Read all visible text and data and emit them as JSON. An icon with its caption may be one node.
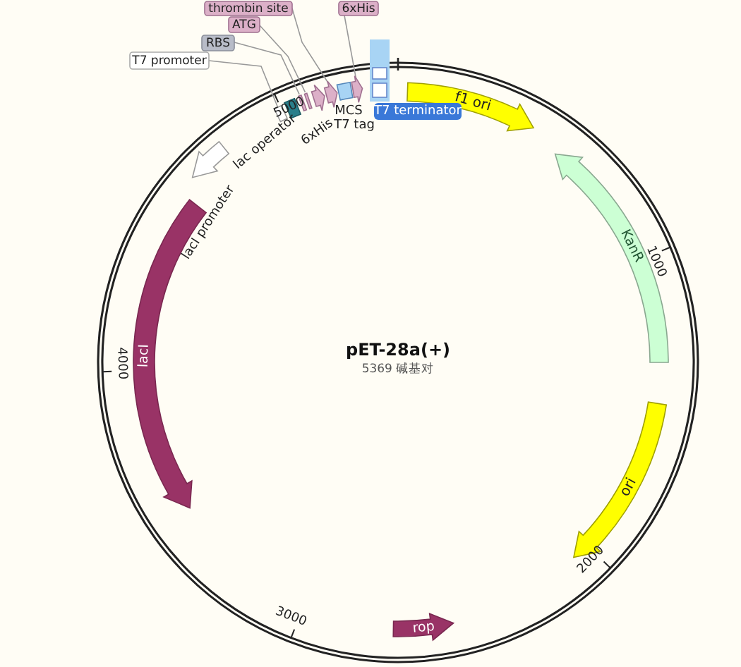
{
  "diagram": {
    "title": "pET-28a(+)",
    "nodes": [
      {
        "text": [
          "f1 ori"
        ]
      },
      {
        "text": [
          "KanR"
        ]
      },
      {
        "text": [
          "ori"
        ]
      },
      {
        "text": [
          "rop"
        ]
      },
      {
        "text": [
          "lacI"
        ]
      },
      {
        "text": [],
        "shape": "arrow",
        "beside": [
          "lacI promoter"
        ]
      },
      {
        "text": [
          "T7 promoter"
        ]
      },
      {
        "text": [
          "RBS"
        ]
      },
      {
        "text": [
          "ATG"
        ]
      },
      {
        "text": [
          "thrombin site"
        ]
      },
      {
        "text": [
          "6xHis"
        ]
      },
      {
        "text": [],
        "shape": "box"
      },
      {
        "text": [],
        "shape": "box",
        "beside": [
          "lac operator"
        ]
      },
      {
        "text": [],
        "shape": "bar"
      },
      {
        "text": [],
        "shape": "bar"
      },
      {
        "text": [],
        "shape": "arrow",
        "beside": [
          "6xHis"
        ]
      },
      {
        "text": [],
        "shape": "arrow"
      },
      {
        "text": [],
        "shape": "box",
        "beside": [
          "MCS"
        ]
      },
      {
        "text": [],
        "shape": "arrow"
      },
      {
        "text": [],
        "shape": "box",
        "beside": [
          "T7 terminator"
        ]
      }
    ],
    "edges": [
      {
        "from": 6,
        "to": 11,
        "arrow": "none"
      },
      {
        "from": 7,
        "to": 13,
        "arrow": "none"
      },
      {
        "from": 8,
        "to": 14,
        "arrow": "none"
      },
      {
        "from": 9,
        "to": 16,
        "arrow": "none"
      },
      {
        "from": 10,
        "to": 18,
        "arrow": "none"
      }
    ],
    "labels": [
      "1000",
      "2000",
      "3000",
      "4000",
      "5000",
      "5369 碱基对",
      "T7 tag"
    ]
  }
}
